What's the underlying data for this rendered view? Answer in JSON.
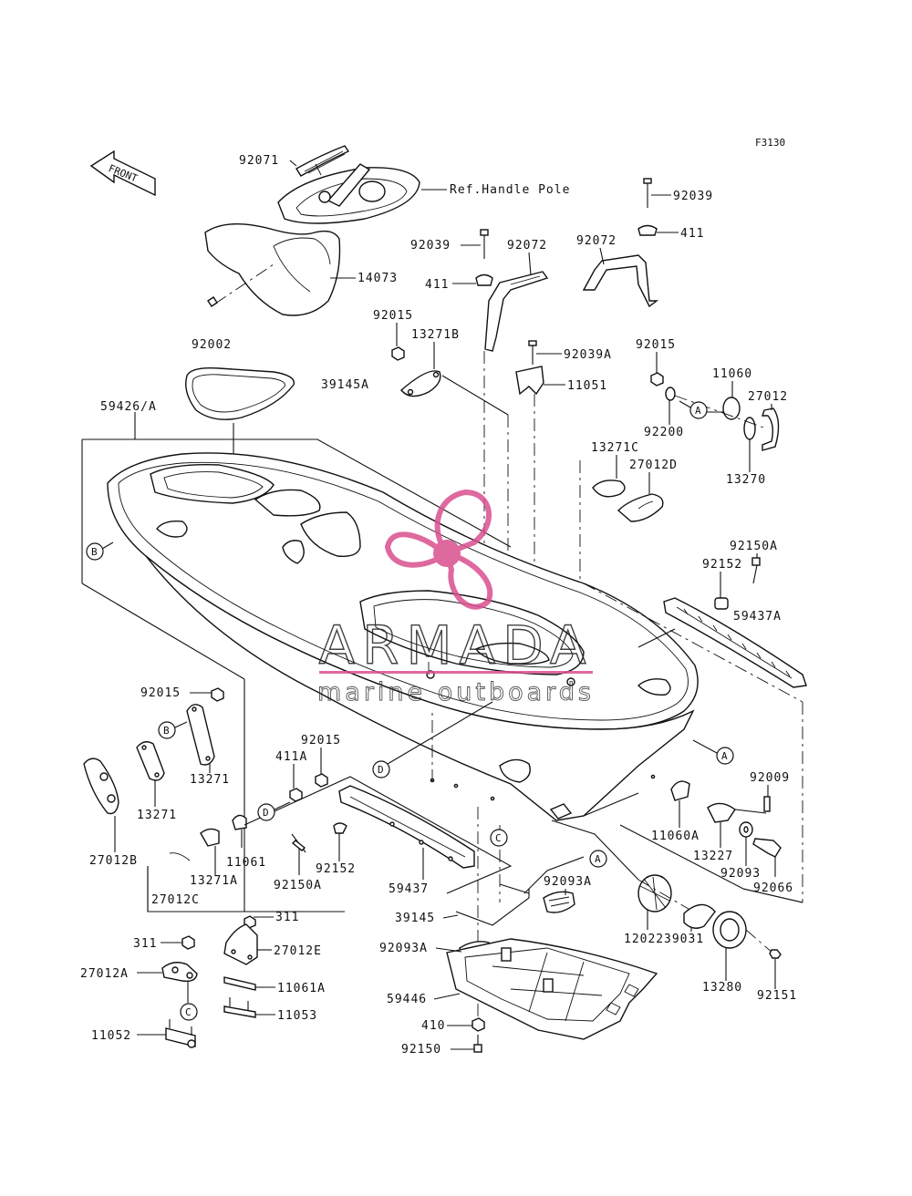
{
  "figure_code": "F3130",
  "front_arrow": "FRONT",
  "ref_text": "Ref.Handle Pole",
  "watermark": {
    "brand": "ARMADA",
    "tagline": "marine outboards",
    "logo_color": "#d94f8f"
  },
  "labels": {
    "p92071": "92071",
    "p14073": "14073",
    "p92002": "92002",
    "p59426A": "59426/A",
    "p92039a": "92039",
    "p92072a": "92072",
    "p411a": "411",
    "p92015a": "92015",
    "p13271B": "13271B",
    "p39145A": "39145A",
    "p92039b": "92039",
    "p411b": "411",
    "p92072b": "92072",
    "p92039A": "92039A",
    "p11051": "11051",
    "p92015b": "92015",
    "p92200": "92200",
    "p11060": "11060",
    "p27012": "27012",
    "p13270": "13270",
    "p13271C": "13271C",
    "p27012D": "27012D",
    "p92150A": "92150A",
    "p92152a": "92152",
    "p59437A": "59437A",
    "p92015c": "92015",
    "p13271a": "13271",
    "p13271b": "13271",
    "p27012B": "27012B",
    "p92015d": "92015",
    "p411A": "411A",
    "p11061": "11061",
    "p13271A": "13271A",
    "p27012C": "27012C",
    "p92150Ab": "92150A",
    "p92152b": "92152",
    "p59437": "59437",
    "p92009": "92009",
    "p11060A": "11060A",
    "p13227": "13227",
    "p92093": "92093",
    "p92066": "92066",
    "p92093Aa": "92093A",
    "p39145": "39145",
    "p92093Ab": "92093A",
    "p12022": "12022",
    "p39031": "39031",
    "p13280": "13280",
    "p92151": "92151",
    "p59446": "59446",
    "p410": "410",
    "p92150": "92150",
    "p311a": "311",
    "p311b": "311",
    "p27012E": "27012E",
    "p27012A": "27012A",
    "p11061A": "11061A",
    "p11053": "11053",
    "p11052": "11052"
  },
  "refs": {
    "A": "A",
    "B": "B",
    "C": "C",
    "D": "D"
  }
}
